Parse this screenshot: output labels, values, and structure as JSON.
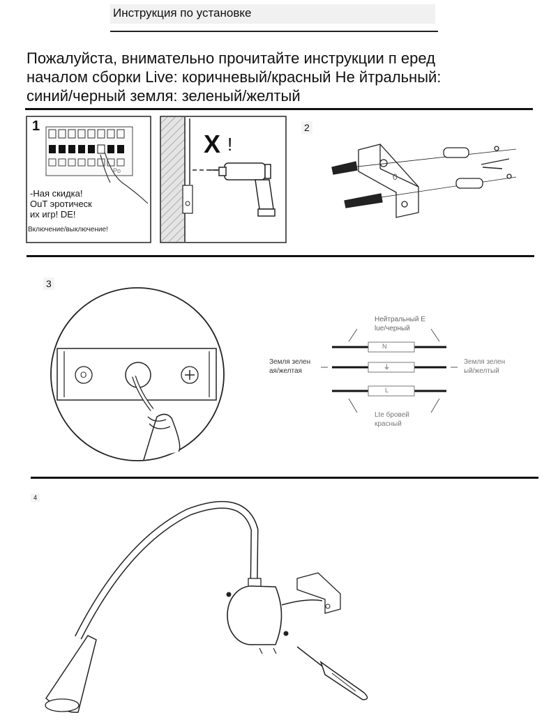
{
  "header": {
    "title": "Инструкция по установке"
  },
  "intro": {
    "text": "Пожалуйста, внимательно прочитайте инструкции п еред началом сборки Live: коричневый/красный Не йтральный: синий/черный земля: зеленый/желтый"
  },
  "step1": {
    "number": "1",
    "panel_label": "Po",
    "note_line1": "-Ная скидка!",
    "note_line2": "OuT эротическ",
    "note_line3": "их игр! DE!",
    "switch_caption": "Включение/выключение!"
  },
  "step1b": {
    "warning": "X",
    "exclaim": "!"
  },
  "step2": {
    "number": "2",
    "bracket_label": "0"
  },
  "step3": {
    "number": "3",
    "knob_label": "O",
    "neutral_line1": "Нейтральный E",
    "neutral_line2": "lue/черный",
    "earth_left_line1": "Земля зелен",
    "earth_left_line2": "ая/желтая",
    "earth_right_line1": "Земля зелен",
    "earth_right_line2": "ый/желтый",
    "live_line1": "Lte бровей",
    "live_line2": "красный",
    "terminal_n": "N",
    "terminal_earth": "⏚",
    "terminal_l": "L"
  },
  "step4": {
    "number": "4"
  }
}
